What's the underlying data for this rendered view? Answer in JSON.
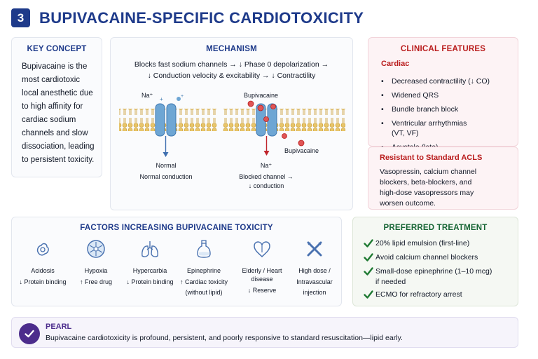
{
  "header": {
    "number": "3",
    "title": "BUPIVACAINE-SPECIFIC CARDIOTOXICITY"
  },
  "key_concept": {
    "title": "KEY CONCEPT",
    "lines": [
      "Bupivacaine is the",
      "most cardiotoxic",
      "local anesthetic due",
      "to high affinity for",
      "cardiac sodium",
      "channels and slow",
      "dissociation, leading",
      "to persistent toxicity."
    ]
  },
  "mechanism": {
    "title": "MECHANISM",
    "line1": "Blocks fast sodium channels → ↓ Phase 0 depolarization →",
    "line2": "↓ Conduction velocity & excitability → ↓ Contractility",
    "na_label": "Na⁺",
    "normal_label": "Normal",
    "normal_caption": "Normal conduction",
    "bupi_label": "Bupivacaine",
    "bupi_label_2": "Bupivacaine",
    "na_label_2": "Na⁺",
    "blocked_line1": "Blocked channel →",
    "blocked_line2": "↓ conduction"
  },
  "clinical": {
    "title": "CLINICAL FEATURES",
    "subtitle": "Cardiac",
    "items": [
      "Decreased contractility (↓ CO)",
      "Widened QRS",
      "Bundle branch block",
      "Ventricular arrhythmias",
      "Asystole (late)"
    ],
    "item4_line2": "(VT, VF)"
  },
  "resistant": {
    "title": "Resistant to Standard ACLS",
    "lines": [
      "Vasopressin, calcium channel",
      "blockers, beta-blockers, and",
      "high-dose vasopressors may",
      "worsen outcome."
    ]
  },
  "factors": {
    "title": "FACTORS INCREASING BUPIVACAINE TOXICITY",
    "items": [
      {
        "name": "Acidosis",
        "effect": [
          "↓ Protein binding"
        ],
        "icon": "acid-molecule-icon"
      },
      {
        "name": "Hypoxia",
        "effect": [
          "↑ Free drug"
        ],
        "icon": "cell-icon"
      },
      {
        "name": "Hypercarbia",
        "effect": [
          "↓ Protein binding"
        ],
        "icon": "lungs-icon"
      },
      {
        "name": "Epinephrine",
        "effect": [
          "↑ Cardiac toxicity",
          "(without lipid)"
        ],
        "icon": "vial-icon"
      },
      {
        "name": "Elderly / Heart disease",
        "effect": [
          "↓ Reserve"
        ],
        "icon": "heart-icon"
      },
      {
        "name": "High dose /",
        "effect": [
          "Intravascular",
          "injection"
        ],
        "icon": "syringe-icon"
      }
    ]
  },
  "treatment": {
    "title": "PREFERRED TREATMENT",
    "items": [
      [
        "20% lipid emulsion (first-line)"
      ],
      [
        "Avoid calcium channel blockers"
      ],
      [
        "Small-dose epinephrine (1–10 mcg)",
        "if needed"
      ],
      [
        "ECMO for refractory arrest"
      ]
    ]
  },
  "pearl": {
    "title": "PEARL",
    "text": "Bupivacaine cardiotoxicity is profound, persistent, and poorly responsive to standard resuscitation—lipid early."
  },
  "colors": {
    "navy": "#1e3a8a",
    "red": "#b91c1c",
    "green": "#166534",
    "purple": "#4c2c8c",
    "channel": "#6ea6d4",
    "lipid": "#e8c56a"
  }
}
